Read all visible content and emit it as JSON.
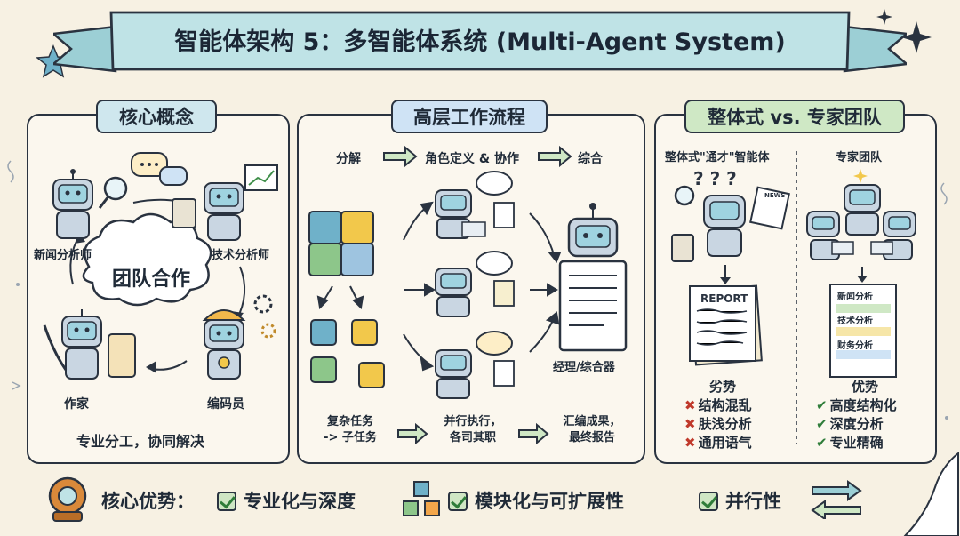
{
  "banner": {
    "title": "智能体架构 5：多智能体系统 (Multi-Agent System)"
  },
  "concepts": {
    "title": "核心概念",
    "center": "团队合作",
    "roles": {
      "news": "新闻分析师",
      "tech": "技术分析师",
      "writer": "作家",
      "coder": "编码员"
    },
    "caption": "专业分工，协同解决"
  },
  "workflow": {
    "title": "高层工作流程",
    "steps": [
      "分解",
      "角色定义 & 协作",
      "综合"
    ],
    "manager": "经理/综合器",
    "bottom": [
      {
        "line1": "复杂任务",
        "line2": "-> 子任务"
      },
      {
        "line1": "并行执行，",
        "line2": "各司其职"
      },
      {
        "line1": "汇编成果，",
        "line2": "最终报告"
      }
    ]
  },
  "compare": {
    "title": "整体式 vs. 专家团队",
    "left_header": "整体式\"通才\"智能体",
    "right_header": "专家团队",
    "report_label": "REPORT",
    "news_label": "NEWS",
    "doc_items": [
      "新闻分析",
      "技术分析",
      "财务分析"
    ],
    "cons_title": "劣势",
    "cons": [
      "结构混乱",
      "肤浅分析",
      "通用语气"
    ],
    "pros_title": "优势",
    "pros": [
      "高度结构化",
      "深度分析",
      "专业精确"
    ]
  },
  "footer": {
    "label": "核心优势：",
    "items": [
      "专业化与深度",
      "模块化与可扩展性",
      "并行性"
    ]
  },
  "colors": {
    "banner": "#bfe3e6",
    "concepts": "#cfe7ee",
    "workflow": "#cfe3f5",
    "compare": "#cfe8c5",
    "accent_green": "#3f8f4a"
  }
}
